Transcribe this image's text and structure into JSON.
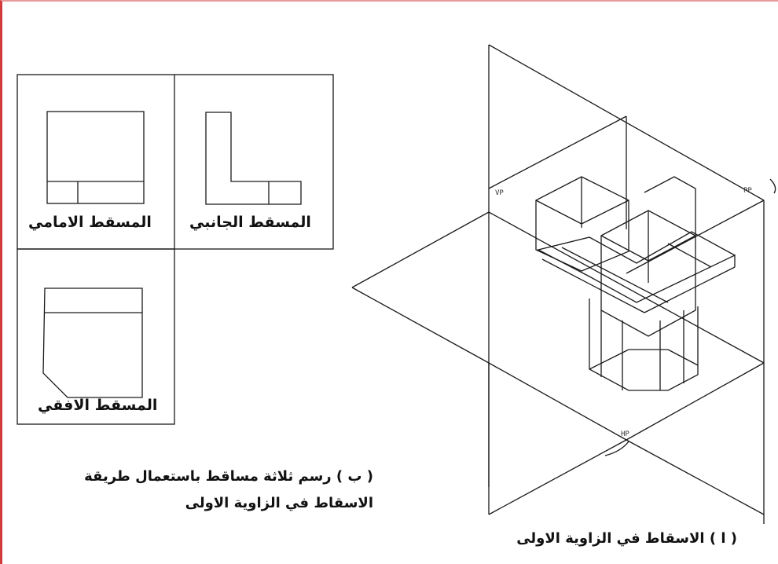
{
  "views": {
    "front": "المسقط الامامي",
    "side": "المسقط الجانبي",
    "top": "المسقط الافقي"
  },
  "captions": {
    "b_line1": "( ب )  رسم ثلاثة مساقط باستعمال طريقة",
    "b_line2": "الاسقاط في الزاوية الاولى",
    "a": "( ا )  الاسقاط في الزاوية الاولى"
  },
  "plane_labels": {
    "vp": "VP",
    "pp": "PP",
    "hp": "HP"
  },
  "colors": {
    "line": "#1a1a1a",
    "border_red": "#d23b3b"
  }
}
